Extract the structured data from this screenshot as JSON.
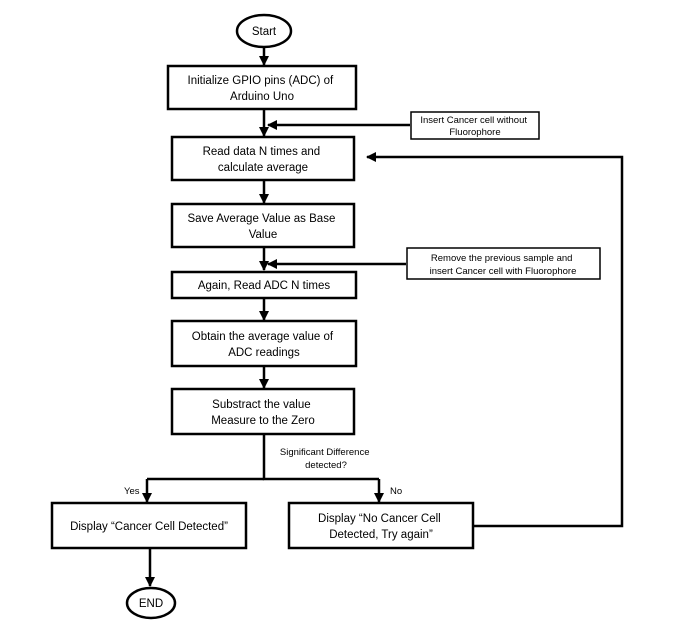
{
  "nodes": {
    "start": {
      "lines": [
        "Start"
      ]
    },
    "init": {
      "lines": [
        "Initialize GPIO pins (ADC) of",
        "Arduino Uno"
      ]
    },
    "read": {
      "lines": [
        "Read data N times and",
        "calculate average"
      ]
    },
    "save": {
      "lines": [
        "Save Average Value as Base",
        "Value"
      ]
    },
    "again": {
      "lines": [
        "Again, Read ADC N times"
      ]
    },
    "obtain": {
      "lines": [
        "Obtain the average value of",
        "ADC readings"
      ]
    },
    "subtract": {
      "lines": [
        "Substract the value",
        "Measure to the Zero"
      ]
    },
    "detected": {
      "lines": [
        "Display “Cancer Cell Detected”"
      ]
    },
    "not_detected": {
      "lines": [
        "Display “No Cancer Cell",
        "Detected, Try again”"
      ]
    },
    "end": {
      "lines": [
        "END"
      ]
    }
  },
  "notes": {
    "insert_without": {
      "lines": [
        "Insert Cancer cell without",
        "Fluorophore"
      ]
    },
    "remove_insert": {
      "lines": [
        "Remove the previous sample and",
        "insert Cancer cell with Fluorophore"
      ]
    }
  },
  "labels": {
    "decision": [
      "Significant Difference",
      "detected?"
    ],
    "yes": "Yes",
    "no": "No"
  }
}
